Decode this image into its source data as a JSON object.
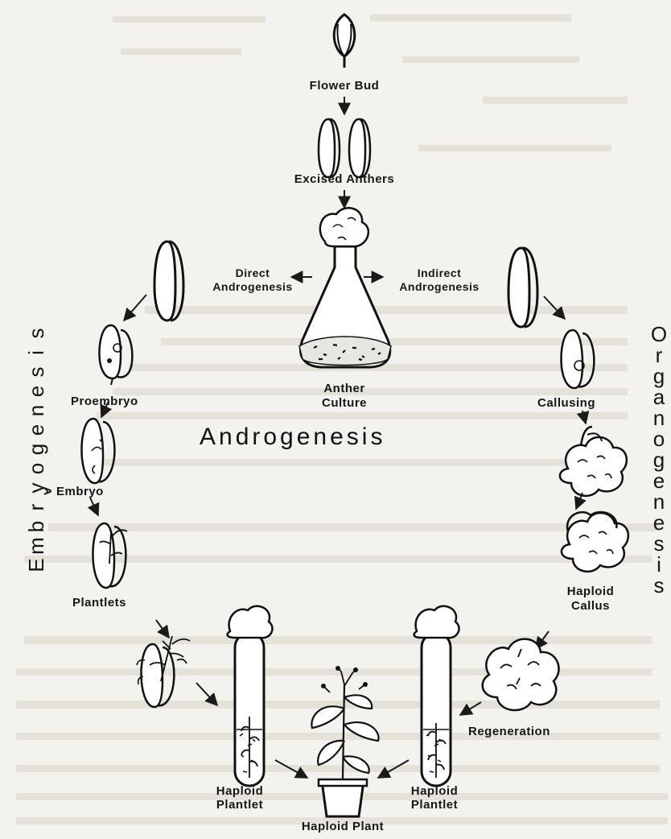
{
  "title": "Androgenesis",
  "left_pathway": "Embryogenesis",
  "right_pathway": "Organogenesis",
  "labels": {
    "flower_bud": "Flower Bud",
    "excised_anthers": "Excised Anthers",
    "direct": [
      "Direct",
      "Androgenesis"
    ],
    "indirect": [
      "Indirect",
      "Androgenesis"
    ],
    "anther_culture": [
      "Anther",
      "Culture"
    ],
    "proembryo": "Proembryo",
    "embryo": "Embryo",
    "plantlets": "Plantlets",
    "callusing": "Callusing",
    "haploid_callus": [
      "Haploid",
      "Callus"
    ],
    "regeneration": "Regeneration",
    "haploid_plantlet_left": [
      "Haploid",
      "Plantlet"
    ],
    "haploid_plantlet_right": [
      "Haploid",
      "Plantlet"
    ],
    "haploid_plant": "Haploid Plant"
  }
}
